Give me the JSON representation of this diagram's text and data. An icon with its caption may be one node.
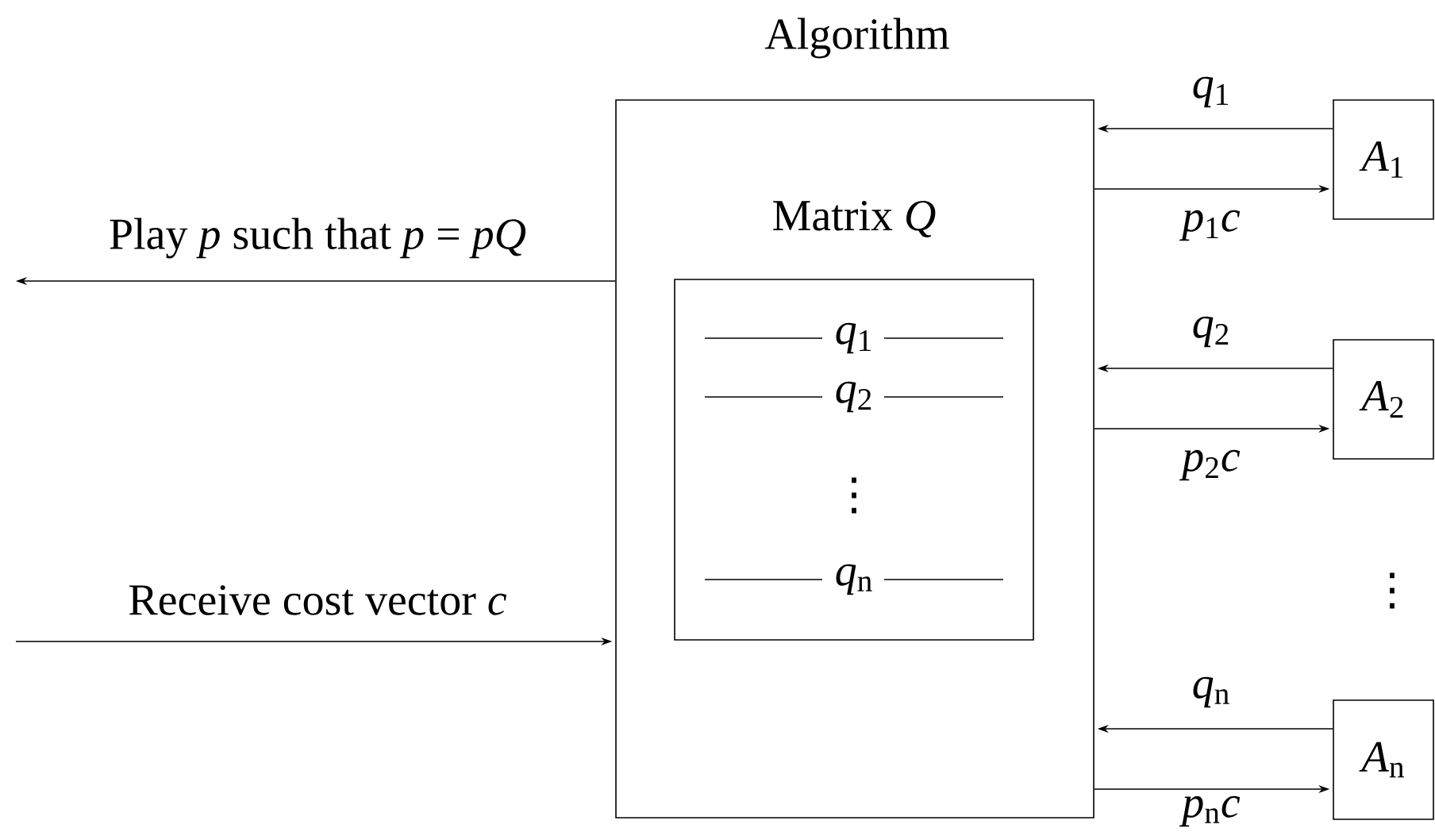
{
  "diagram": {
    "nodes": [
      {
        "text": [
          "Algorithm",
          "Matrix *Q*"
        ]
      },
      {
        "text": [
          "*q*$_{1}$",
          "*q*$_{2}$",
          "⋮",
          "*q*$_{n}$"
        ],
        "in": 0
      },
      {
        "text": [
          "*A*$_{1}$"
        ]
      },
      {
        "text": [
          "*A*$_{2}$"
        ]
      },
      {
        "text": [
          "*A*$_{n}$"
        ]
      }
    ],
    "edges": [
      {
        "from": 0,
        "to": null,
        "arrow": "to",
        "label": "Play *p* such that *p* = *pQ*"
      },
      {
        "from": null,
        "to": 0,
        "arrow": "to",
        "label": "Receive cost vector *c*"
      },
      {
        "from": 2,
        "to": 0,
        "arrow": "to",
        "label": "*q*$_{1}$"
      },
      {
        "from": 0,
        "to": 2,
        "arrow": "to",
        "label": "*p*$_{1}$*c*"
      },
      {
        "from": 3,
        "to": 0,
        "arrow": "to",
        "label": "*q*$_{2}$"
      },
      {
        "from": 0,
        "to": 3,
        "arrow": "to",
        "label": "*p*$_{2}$*c*"
      },
      {
        "from": 4,
        "to": 0,
        "arrow": "to",
        "label": "*q*$_{n}$"
      },
      {
        "from": 0,
        "to": 4,
        "arrow": "to",
        "label": "*p*$_{n}$*c*"
      }
    ],
    "labels": [
      "⋮"
    ]
  }
}
